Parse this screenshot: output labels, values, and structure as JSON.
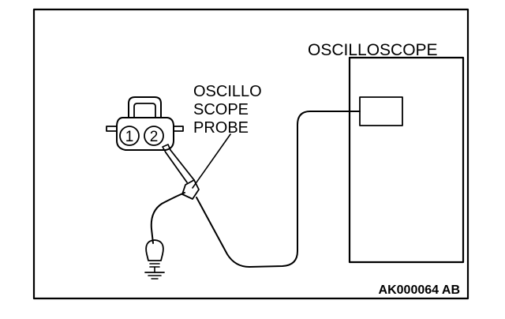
{
  "diagram": {
    "oscilloscope_label": "OSCILLOSCOPE",
    "probe_label": [
      "OSCILLO",
      "SCOPE",
      "PROBE"
    ],
    "connector_pins": [
      "1",
      "2"
    ],
    "figure_code": "AK000064 AB"
  },
  "colors": {
    "ink": "#000000",
    "background": "#ffffff"
  }
}
